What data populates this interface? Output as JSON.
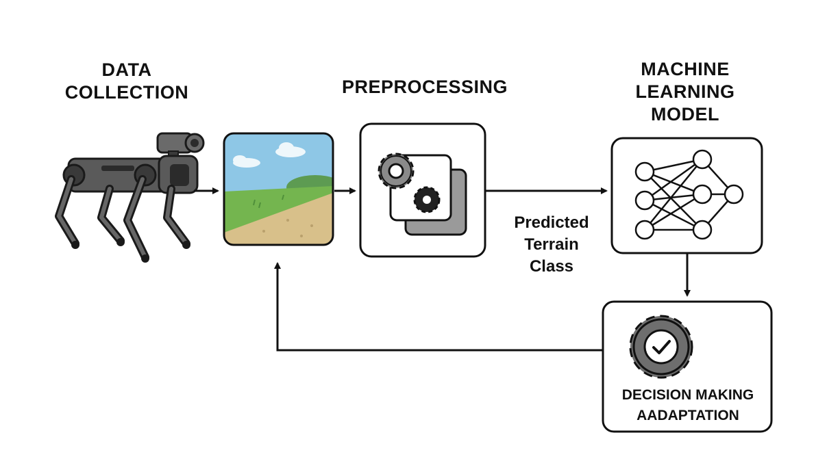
{
  "stages": {
    "data_collection": {
      "title": "DATA\nCOLLECTION"
    },
    "preprocessing": {
      "title": "PREPROCESSING"
    },
    "ml_model": {
      "title": "MACHINE\nLEARNING\nMODEL"
    },
    "decision": {
      "title": "DECISION MAKING\nAADAPTATION"
    }
  },
  "edges": {
    "predicted_label": "Predicted\nTerrain\nClass"
  },
  "icons": {
    "robot": "quadruped-robot-icon",
    "terrain": "terrain-image-icon",
    "gears": "gears-icon",
    "network": "neural-network-icon",
    "decision": "gear-check-icon"
  },
  "colors": {
    "stroke": "#111111",
    "robot_body": "#5a5a5a",
    "robot_dark": "#2b2b2b",
    "gear": "#7a7a7a",
    "sky": "#8ec7e6",
    "grass": "#74b54f",
    "soil": "#d8c08a"
  }
}
